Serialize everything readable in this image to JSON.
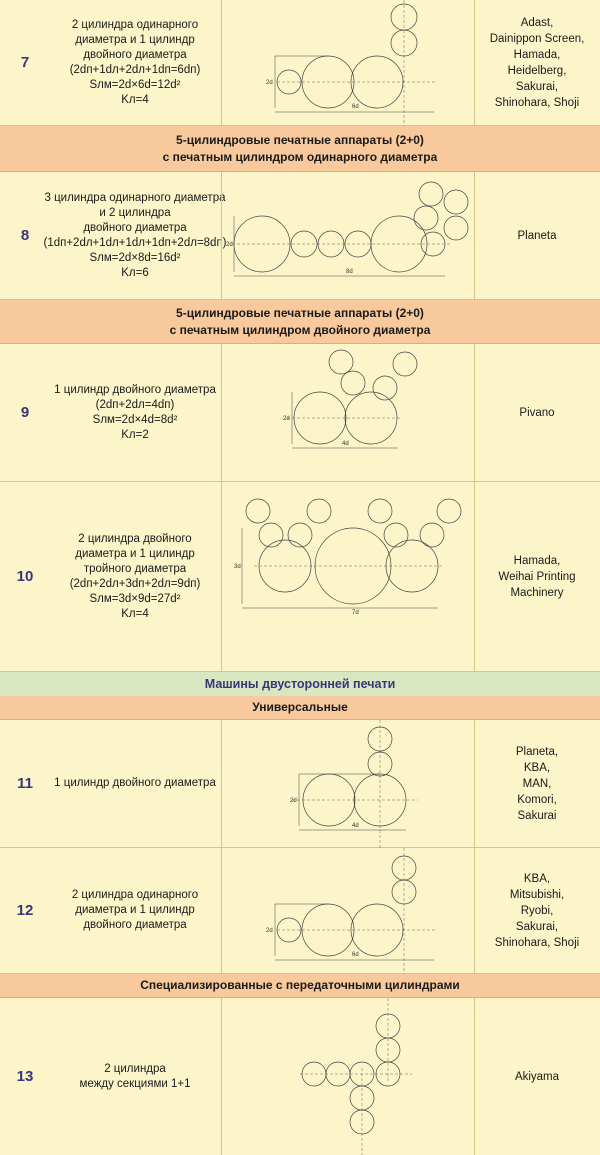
{
  "rows": [
    {
      "num": "7",
      "desc": [
        "2 цилиндра одинарного",
        "диаметра и 1 цилиндр",
        "двойного диаметра",
        "(2dп+1dл+2dл+1dп=6dп)",
        "Sлм=2d×6d=12d²",
        "Kл=4"
      ],
      "makers": [
        "Adast,",
        "Dainippon Screen,",
        "Hamada,",
        "Heidelberg,",
        "Sakurai,",
        "Shinohara, Shoji"
      ],
      "dims": [
        "2d",
        "6d"
      ]
    },
    {
      "num": "8",
      "desc": [
        "3 цилиндра одинарного диаметра",
        "и 2 цилиндра",
        "двойного диаметра",
        "(1dп+2dл+1dл+1dл+1dп+2dл=8dп)",
        "Sлм=2d×8d=16d²",
        "Kл=6"
      ],
      "makers": [
        "Planeta"
      ],
      "dims": [
        "2d",
        "8d"
      ]
    },
    {
      "num": "9",
      "desc": [
        "1 цилиндр двойного диаметра",
        "(2dп+2dл=4dп)",
        "Sлм=2d×4d=8d²",
        "Kл=2"
      ],
      "makers": [
        "Pivano"
      ],
      "dims": [
        "2d",
        "4d"
      ]
    },
    {
      "num": "10",
      "desc": [
        "2 цилиндра двойного",
        "диаметра и 1 цилиндр",
        "тройного диаметра",
        "(2dп+2dл+3dп+2dл=9dп)",
        "Sлм=3d×9d=27d²",
        "Kл=4"
      ],
      "makers": [
        "Hamada,",
        "Weihai Printing",
        "Machinery"
      ],
      "dims": [
        "3d",
        "7d"
      ]
    },
    {
      "num": "11",
      "desc": [
        "1 цилиндр двойного диаметра"
      ],
      "makers": [
        "Planeta,",
        "KBA,",
        "MAN,",
        "Komori,",
        "Sakurai"
      ],
      "dims": [
        "2d",
        "4d"
      ]
    },
    {
      "num": "12",
      "desc": [
        "2 цилиндра одинарного",
        "диаметра и 1 цилиндр",
        "двойного диаметра"
      ],
      "makers": [
        "KBA,",
        "Mitsubishi,",
        "Ryobi,",
        "Sakurai,",
        "Shinohara, Shoji"
      ],
      "dims": [
        "2d",
        "6d"
      ]
    },
    {
      "num": "13",
      "desc": [
        "2 цилиндра",
        "между секциями 1+1"
      ],
      "makers": [
        "Akiyama"
      ],
      "dims": []
    }
  ],
  "headers": {
    "h1": [
      "5-цилиндровые печатные аппараты (2+0)",
      "с печатным цилиндром одинарного диаметра"
    ],
    "h2": [
      "5-цилиндровые печатные аппараты (2+0)",
      "с печатным цилиндром двойного диаметра"
    ],
    "h3": [
      "Машины двусторонней печати"
    ],
    "h4": [
      "Универсальные"
    ],
    "h5": [
      "Специализированные с передаточными цилиндрами"
    ]
  }
}
